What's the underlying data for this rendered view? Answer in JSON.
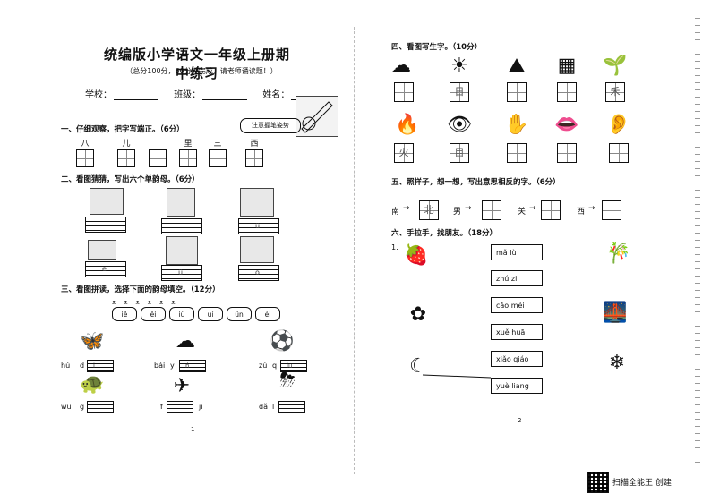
{
  "title": "统编版小学语文一年级上册期中练习",
  "subtitle": "（总分100分，60分钟完成，请老师诵读题！）",
  "fields": {
    "school": "学校：",
    "class": "班级：",
    "name": "姓名："
  },
  "note": "注意握笔姿势",
  "sec1": {
    "heading": "一、仔细观察，把字写端正。（6分）",
    "chars": [
      "八",
      "儿",
      "里",
      "三",
      "西"
    ]
  },
  "sec2": {
    "heading": "二、看图猜猜，写出六个单韵母。（6分）",
    "filled": [
      "ü",
      "e",
      "ü",
      "o"
    ]
  },
  "sec3": {
    "heading": "三、看图拼读，选择下面的韵母填空。（12分）",
    "finals": [
      "iě",
      "ěi",
      "iù",
      "uí",
      "ün",
      "éi"
    ],
    "words": [
      {
        "pre": "hú",
        "post": "d",
        "fill": "i"
      },
      {
        "pre": "bái",
        "post": "y",
        "fill": "ń"
      },
      {
        "pre": "zú",
        "post": "q",
        "fill": "iu"
      },
      {
        "pre": "wū",
        "post": "g",
        "fill": ""
      },
      {
        "pre": "f",
        "post": "jī",
        "fill": ""
      },
      {
        "pre": "dǎ",
        "post": "l",
        "fill": ""
      }
    ]
  },
  "page1_no": "1",
  "sec4": {
    "heading": "四、看图写生字。（10分）",
    "fill_row1": [
      "",
      "日",
      "",
      "",
      "禾"
    ],
    "fill_row2": [
      "火",
      "目",
      "",
      "",
      ""
    ]
  },
  "sec5": {
    "heading": "五、照样子，想一想，写出意思相反的字。（6分）",
    "pairs": [
      {
        "a": "南",
        "b": "北"
      },
      {
        "a": "男",
        "b": ""
      },
      {
        "a": "关",
        "b": ""
      },
      {
        "a": "西",
        "b": ""
      }
    ]
  },
  "sec6": {
    "heading": "六、手拉手，找朋友。（18分）",
    "number": "1.",
    "pinyin": [
      "mǎ lù",
      "zhú zi",
      "cǎo méi",
      "xuě huā",
      "xiǎo qiáo",
      "yuè liang"
    ]
  },
  "page2_no": "2",
  "footer": "扫描全能王  创建",
  "icons": {
    "row1": [
      "cloud-icon",
      "sun-icon",
      "mountain-icon",
      "field-icon",
      "seedling-icon"
    ],
    "row2": [
      "fire-icon",
      "eye-icon",
      "hand-icon",
      "mouth-icon",
      "ear-icon"
    ],
    "left_pics": [
      "strawberry-icon",
      "plum-blossom-icon",
      "moon-stars-icon"
    ],
    "right_pics": [
      "bamboo-icon",
      "bridge-icon",
      "snowflake-icon"
    ]
  }
}
